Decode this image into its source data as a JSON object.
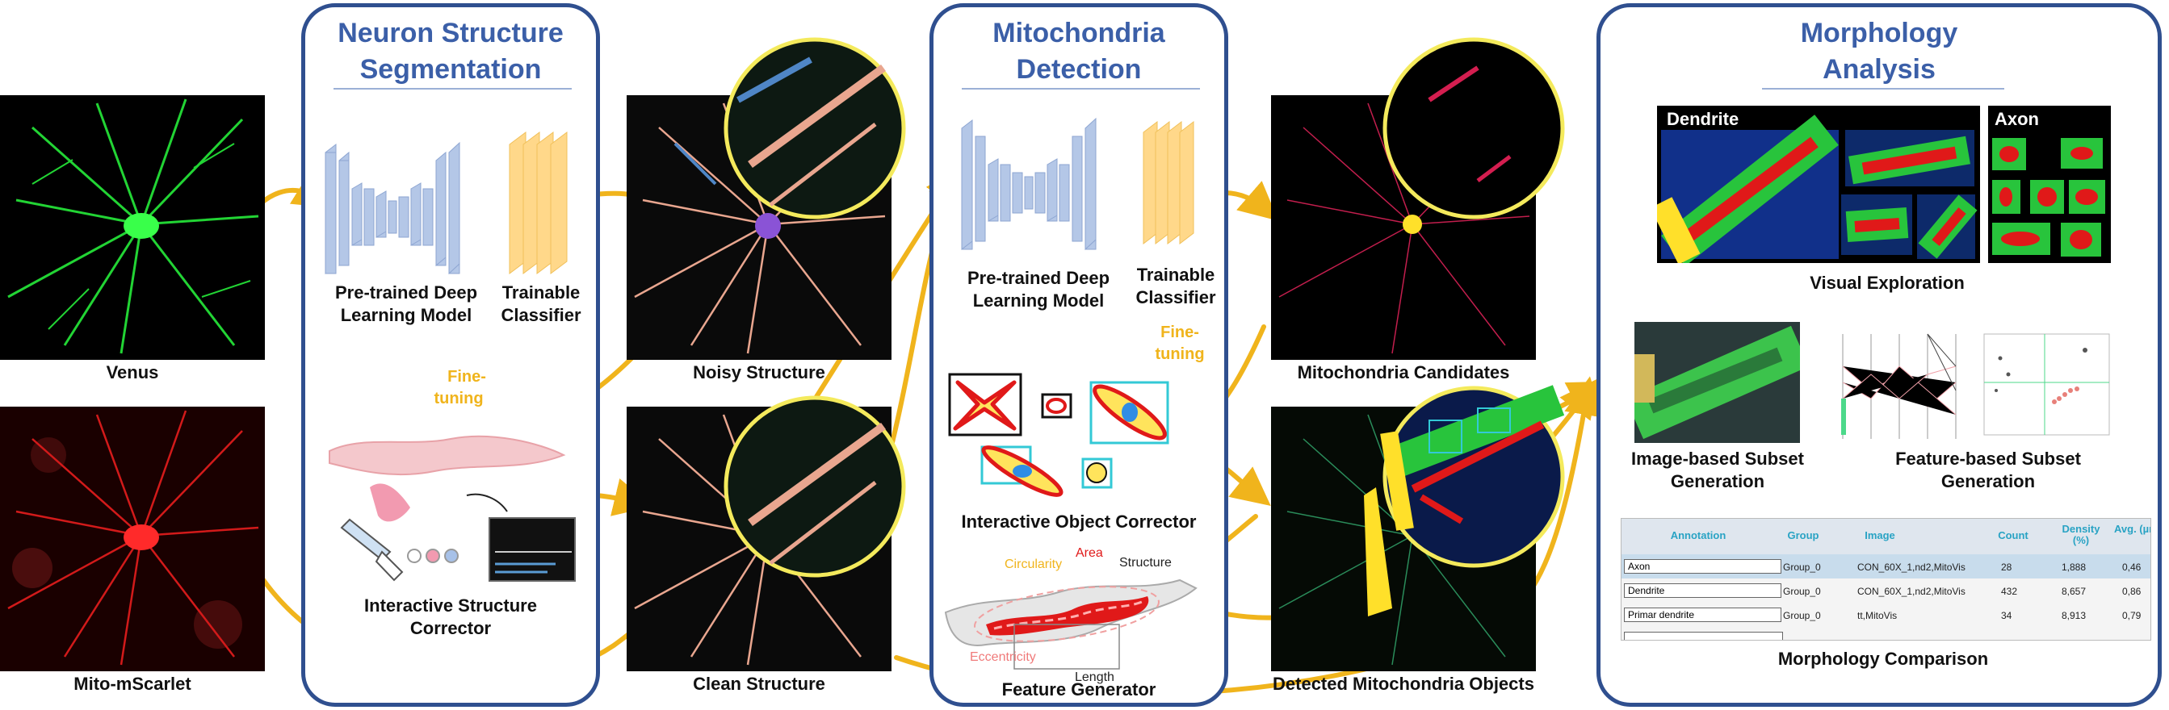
{
  "panels": {
    "neuron": {
      "title_line1": "Neuron Structure",
      "title_line2": "Segmentation"
    },
    "mito": {
      "title_line1": "Mitochondria",
      "title_line2": "Detection"
    },
    "morph": {
      "title_line1": "Morphology",
      "title_line2": "Analysis"
    }
  },
  "inputs": {
    "venus": "Venus",
    "mito_mscarlet": "Mito-mScarlet"
  },
  "neuron_panel": {
    "model_line1": "Pre-trained Deep",
    "model_line2": "Learning Model",
    "classifier_line1": "Trainable",
    "classifier_line2": "Classifier",
    "finetune_line1": "Fine-",
    "finetune_line2": "tuning",
    "corrector_line1": "Interactive Structure",
    "corrector_line2": "Corrector"
  },
  "structures": {
    "noisy": "Noisy Structure",
    "clean": "Clean Structure"
  },
  "mito_panel": {
    "model_line1": "Pre-trained Deep",
    "model_line2": "Learning Model",
    "classifier_line1": "Trainable",
    "classifier_line2": "Classifier",
    "finetune_line1": "Fine-",
    "finetune_line2": "tuning",
    "object_corrector": "Interactive Object Corrector",
    "feature_generator": "Feature Generator",
    "features": {
      "circularity": "Circularity",
      "area": "Area",
      "structure": "Structure",
      "eccentricity": "Eccentricity",
      "length": "Length"
    }
  },
  "mito_outputs": {
    "candidates": "Mitochondria Candidates",
    "detected": "Detected Mitochondria Objects"
  },
  "morph_panel": {
    "dendrite": "Dendrite",
    "axon": "Axon",
    "visual_exploration": "Visual Exploration",
    "image_subset_line1": "Image-based Subset",
    "image_subset_line2": "Generation",
    "feature_subset_line1": "Feature-based Subset",
    "feature_subset_line2": "Generation",
    "comparison": "Morphology Comparison",
    "table": {
      "headers": [
        "Annotation",
        "Group",
        "Image",
        "Count",
        "Density (%)",
        "Avg. (µm"
      ],
      "rows": [
        {
          "annotation": "Axon",
          "group": "Group_0",
          "image": "CON_60X_1,nd2,MitoVis",
          "count": "28",
          "density": "1,888",
          "avg": "0,46"
        },
        {
          "annotation": "Dendrite",
          "group": "Group_0",
          "image": "CON_60X_1,nd2,MitoVis",
          "count": "432",
          "density": "8,657",
          "avg": "0,86"
        },
        {
          "annotation": "Primar dendrite",
          "group": "Group_0",
          "image": "tt,MitoVis",
          "count": "34",
          "density": "8,913",
          "avg": "0,79"
        }
      ]
    }
  },
  "colors": {
    "panel_border": "#2f4f8f",
    "title": "#3b5fa8",
    "arrow": "#f0b41c",
    "model_blue": "#b4c7e7",
    "classifier_yellow": "#ffd88a"
  }
}
